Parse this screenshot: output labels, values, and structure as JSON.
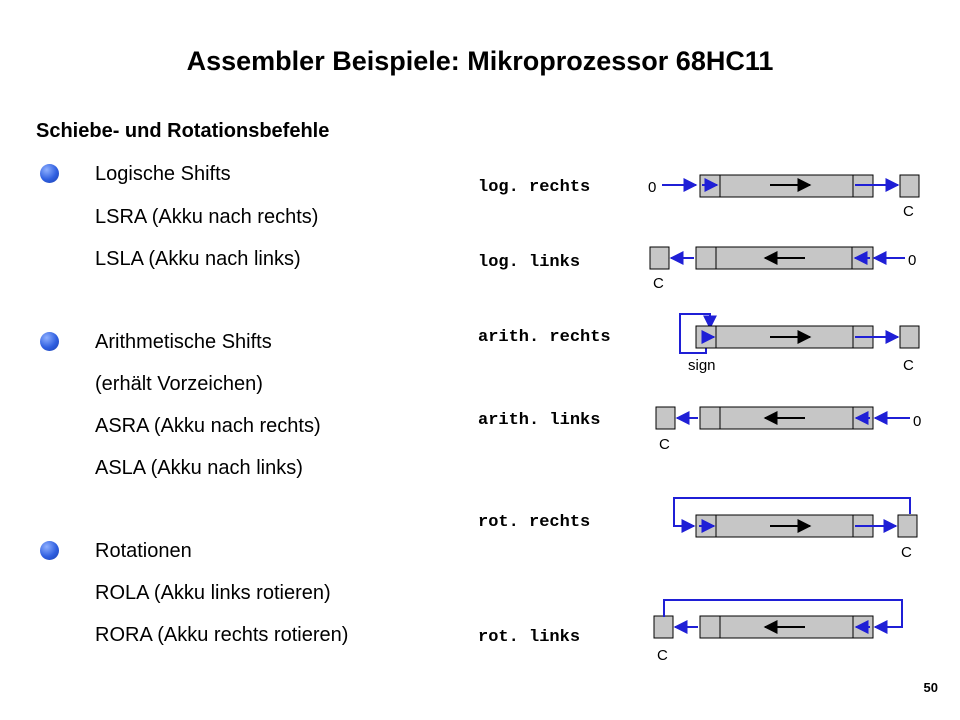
{
  "slide": {
    "title": "Assembler Beispiele: Mikroprozessor 68HC11",
    "subtitle": "Schiebe- und Rotationsbefehle",
    "page_number": "50"
  },
  "groups": [
    {
      "heading": "Logische Shifts",
      "lines": [
        "LSRA  (Akku nach rechts)",
        "LSLA  (Akku nach links)"
      ]
    },
    {
      "heading": "Arithmetische Shifts",
      "lines": [
        "(erhält Vorzeichen)",
        "ASRA  (Akku nach rechts)",
        "ASLA  (Akku nach links)"
      ]
    },
    {
      "heading": "Rotationen",
      "lines": [
        "ROLA  (Akku links rotieren)",
        "RORA  (Akku rechts rotieren)"
      ]
    }
  ],
  "diagrams": [
    {
      "label": "log. rechts",
      "direction": "right",
      "kind": "logical",
      "input_label": "0",
      "carry_label": "C"
    },
    {
      "label": "log. links",
      "direction": "left",
      "kind": "logical",
      "input_label": "0",
      "carry_label": "C"
    },
    {
      "label": "arith. rechts",
      "direction": "right",
      "kind": "arithmetic",
      "sign_label": "sign",
      "carry_label": "C"
    },
    {
      "label": "arith. links",
      "direction": "left",
      "kind": "arithmetic",
      "input_label": "0",
      "carry_label": "C"
    },
    {
      "label": "rot. rechts",
      "direction": "right",
      "kind": "rotate",
      "carry_label": "C"
    },
    {
      "label": "rot. links",
      "direction": "left",
      "kind": "rotate",
      "carry_label": "C"
    }
  ],
  "colors": {
    "arrow": "#1f1fd6",
    "register_fill": "#c6c6c6",
    "bullet": "#2f5fe0"
  }
}
